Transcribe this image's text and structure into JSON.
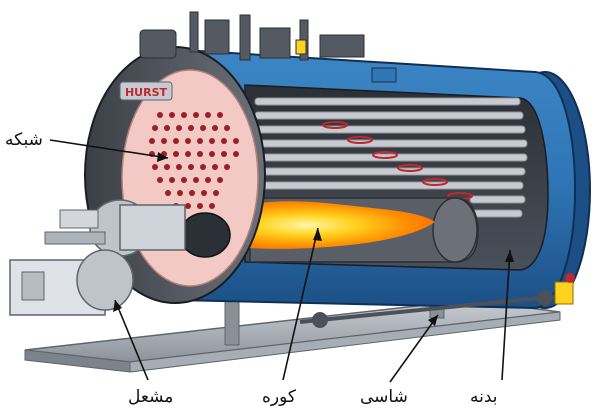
{
  "labels": {
    "grid": "شبکه",
    "burner": "مشعل",
    "furnace": "کوره",
    "chassis": "شاسی",
    "body": "بدنه"
  },
  "nameplate": "HURST",
  "colors": {
    "shell_blue": "#2f76b6",
    "shell_dark": "#1c4f86",
    "furnace_yellow": "#ffd21f",
    "flame_orange": "#ff8a00",
    "tube_gray": "#b9bdc4",
    "refractory_pink": "#f2c9c4",
    "skid_gray": "#9aa0a8"
  }
}
